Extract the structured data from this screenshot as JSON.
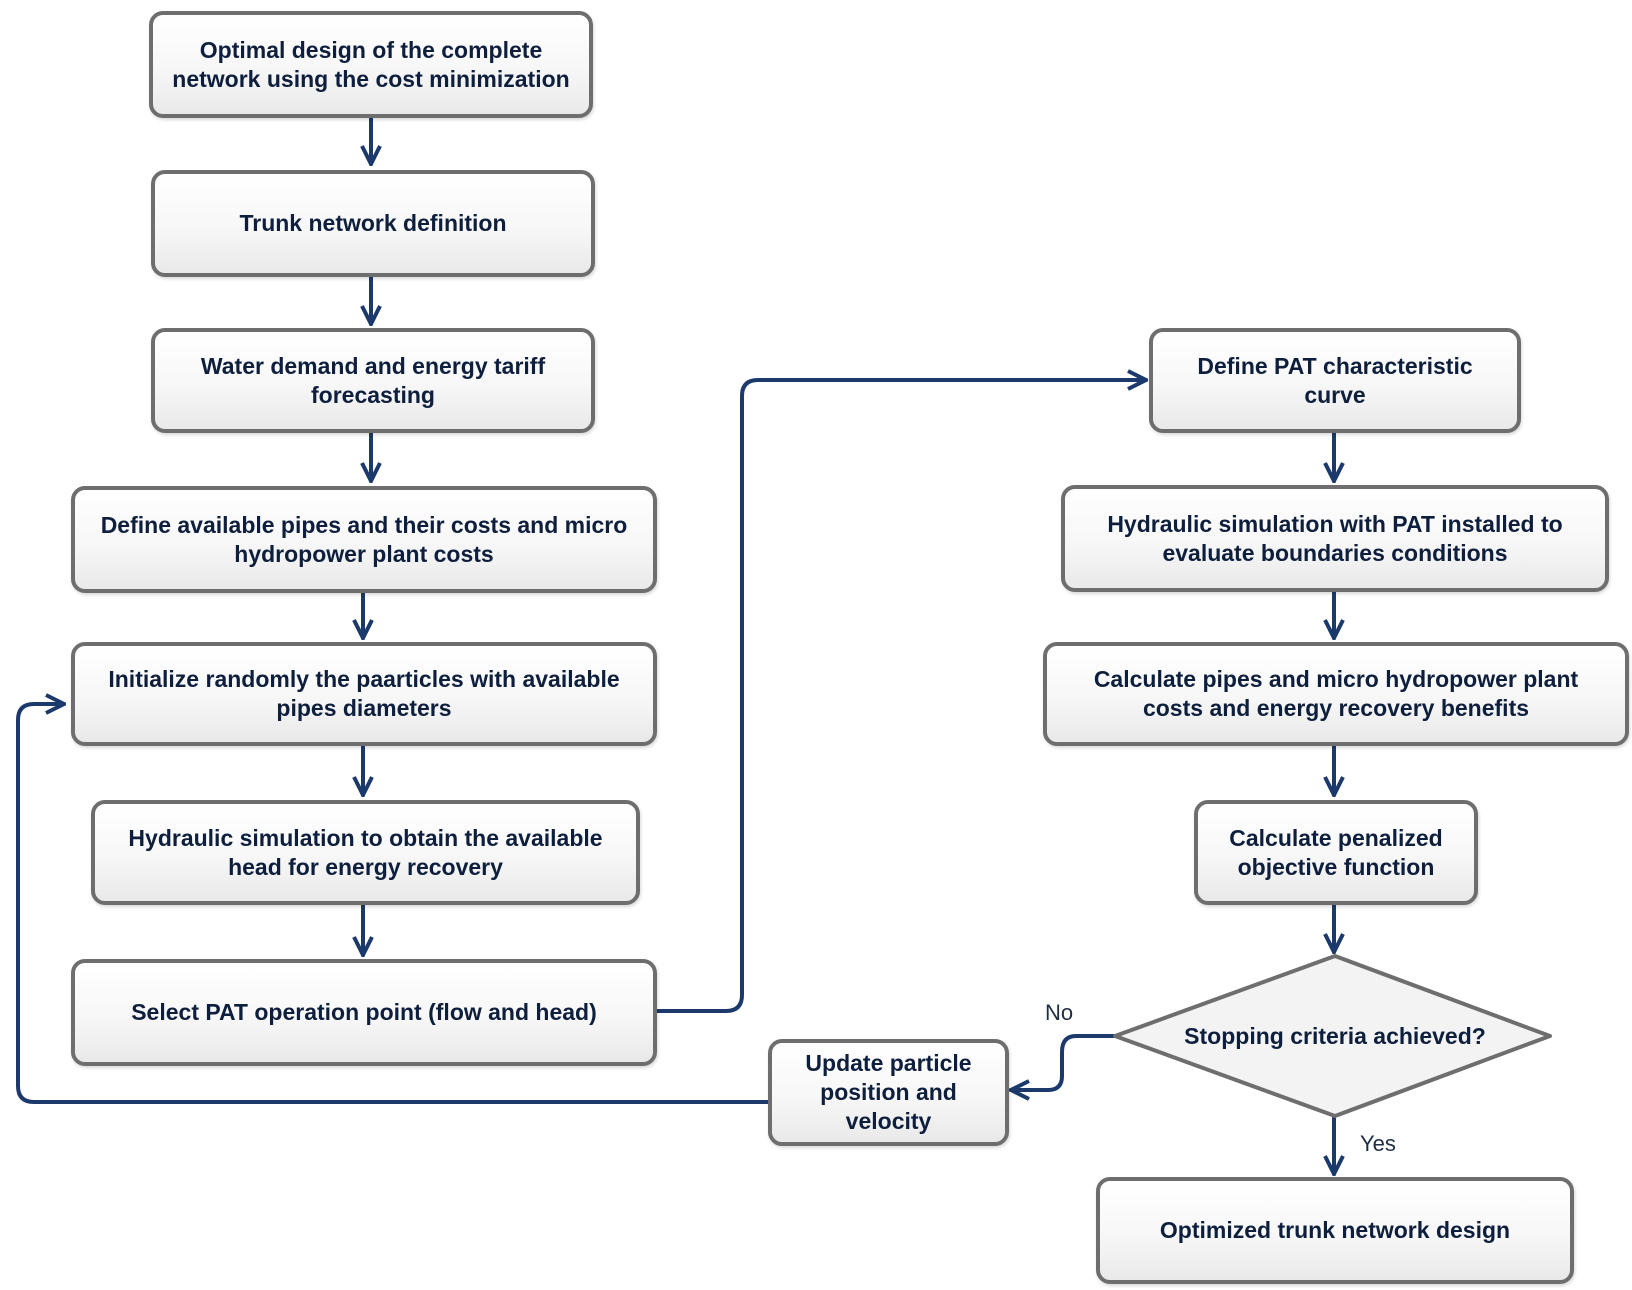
{
  "nodes": {
    "optimal_design": "Optimal design of the complete network using the cost minimization",
    "trunk_definition": "Trunk network definition",
    "demand_forecasting": "Water demand and energy tariff forecasting",
    "define_pipes": "Define available pipes and their costs and micro hydropower plant costs",
    "initialize_particles": "Initialize randomly the paarticles with available pipes diameters",
    "hydraulic_sim_head": "Hydraulic simulation to obtain the available head for energy recovery",
    "select_pat": "Select PAT operation point (flow and head)",
    "define_pat_curve": "Define PAT characteristic curve",
    "hydraulic_sim_pat": "Hydraulic simulation with PAT installed to evaluate boundaries conditions",
    "calculate_costs": "Calculate pipes and micro hydropower plant costs and energy recovery benefits",
    "calculate_objective": "Calculate penalized objective function",
    "stopping_criteria": "Stopping criteria achieved?",
    "update_particle": "Update particle position and velocity",
    "optimized_design": "Optimized trunk network design"
  },
  "edge_labels": {
    "no": "No",
    "yes": "Yes"
  },
  "colors": {
    "arrow": "#1b3a6b",
    "box_border": "#6e6e6e",
    "text": "#0e1f3d"
  }
}
